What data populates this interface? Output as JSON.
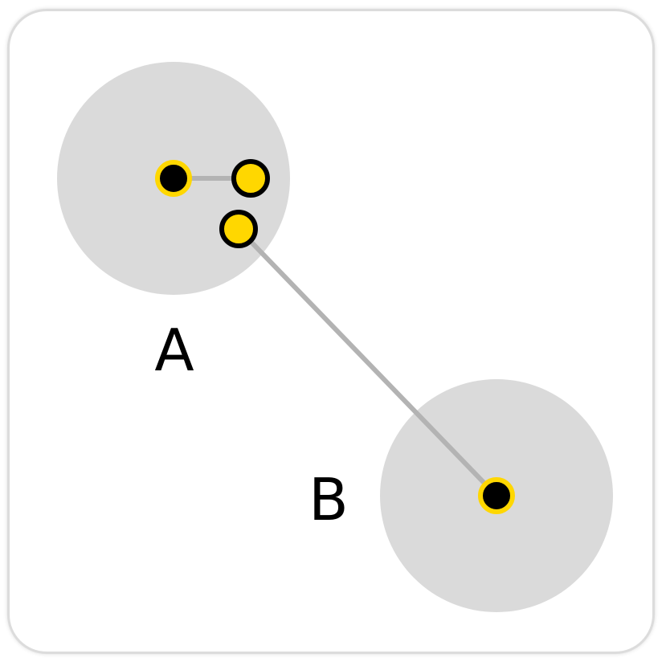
{
  "colors": {
    "zone": "#dadada",
    "link": "#b3b3b3",
    "pin_fill_yellow": "#ffd700",
    "pin_fill_black": "#000000",
    "pin_ring_yellow": "#ffd700",
    "pin_ring_black": "#000000"
  },
  "nodes": [
    {
      "id": "A",
      "label": "A"
    },
    {
      "id": "B",
      "label": "B"
    }
  ]
}
